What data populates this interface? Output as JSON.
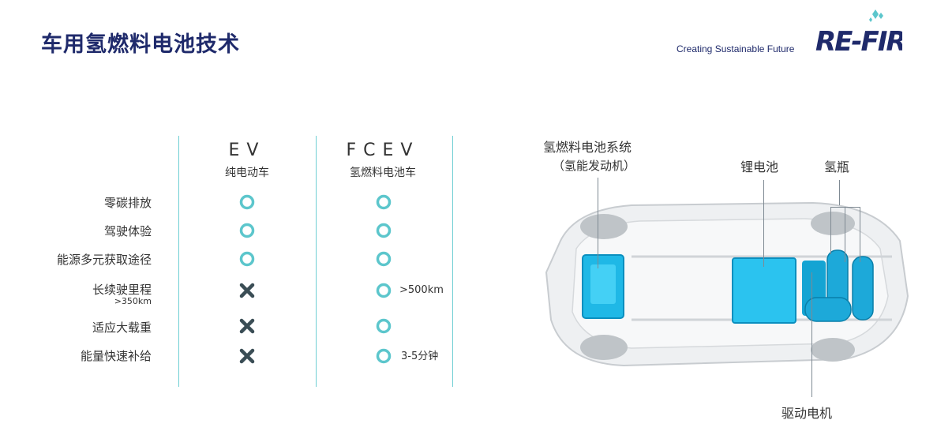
{
  "header": {
    "title": "车用氢燃料电池技术",
    "tagline": "Creating Sustainable Future",
    "logo_text": "RE-FIRE",
    "logo_icon": "flame-leaf-icon"
  },
  "colors": {
    "title": "#1f2a6b",
    "accent": "#5cc6cc",
    "cross": "#3a4d55",
    "divider": "#6fcfd3"
  },
  "table": {
    "columns": [
      {
        "en": "EV",
        "cn": "纯电动车"
      },
      {
        "en": "FCEV",
        "cn": "氢燃料电池车"
      }
    ],
    "rows": [
      {
        "label": "零碳排放",
        "sub": "",
        "ev": "circle",
        "fcev": "circle",
        "fcev_note": ""
      },
      {
        "label": "驾驶体验",
        "sub": "",
        "ev": "circle",
        "fcev": "circle",
        "fcev_note": ""
      },
      {
        "label": "能源多元获取途径",
        "sub": "",
        "ev": "circle",
        "fcev": "circle",
        "fcev_note": ""
      },
      {
        "label": "长续驶里程",
        "sub": ">350km",
        "ev": "cross",
        "fcev": "circle",
        "fcev_note": ">500km"
      },
      {
        "label": "适应大载重",
        "sub": "",
        "ev": "cross",
        "fcev": "circle",
        "fcev_note": ""
      },
      {
        "label": "能量快速补给",
        "sub": "",
        "ev": "cross",
        "fcev": "circle",
        "fcev_note": "3-5分钟"
      }
    ]
  },
  "car_callouts": {
    "fuel_cell_system": "氢燃料电池系统",
    "fuel_cell_system_sub": "（氢能发动机）",
    "battery": "锂电池",
    "hydrogen_tank": "氢瓶",
    "drive_motor": "驱动电机"
  }
}
